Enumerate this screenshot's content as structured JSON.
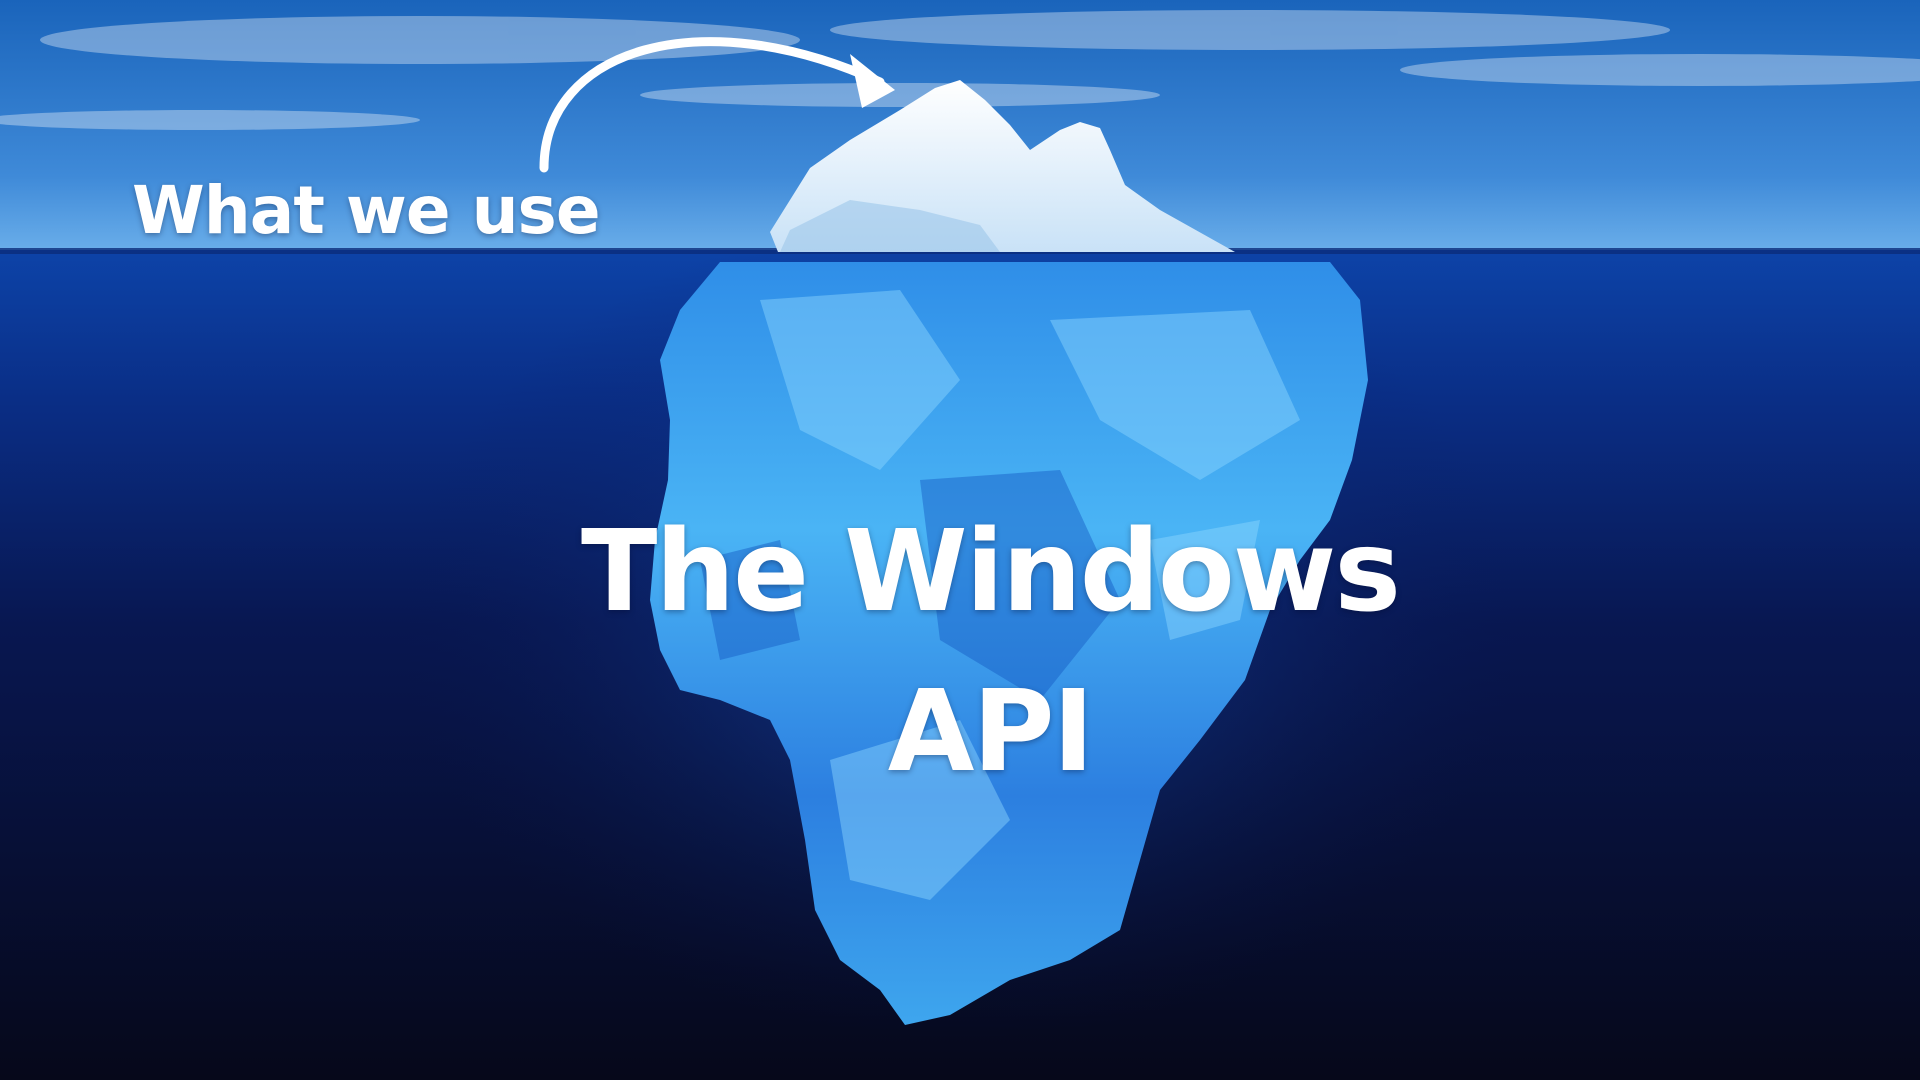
{
  "slide": {
    "tip_label": "What we use",
    "main_label_line1": "The Windows",
    "main_label_line2": "API"
  },
  "icons": {
    "arrow": "curved-arrow-icon"
  },
  "colors": {
    "sky_top": "#1f6fc4",
    "sky_horizon": "#5fa6e6",
    "water_surface": "#0c3d9e",
    "deep_water": "#07091a",
    "ice_above": "#f2f8ff",
    "ice_below": "#3aa6f0",
    "text": "#ffffff"
  }
}
